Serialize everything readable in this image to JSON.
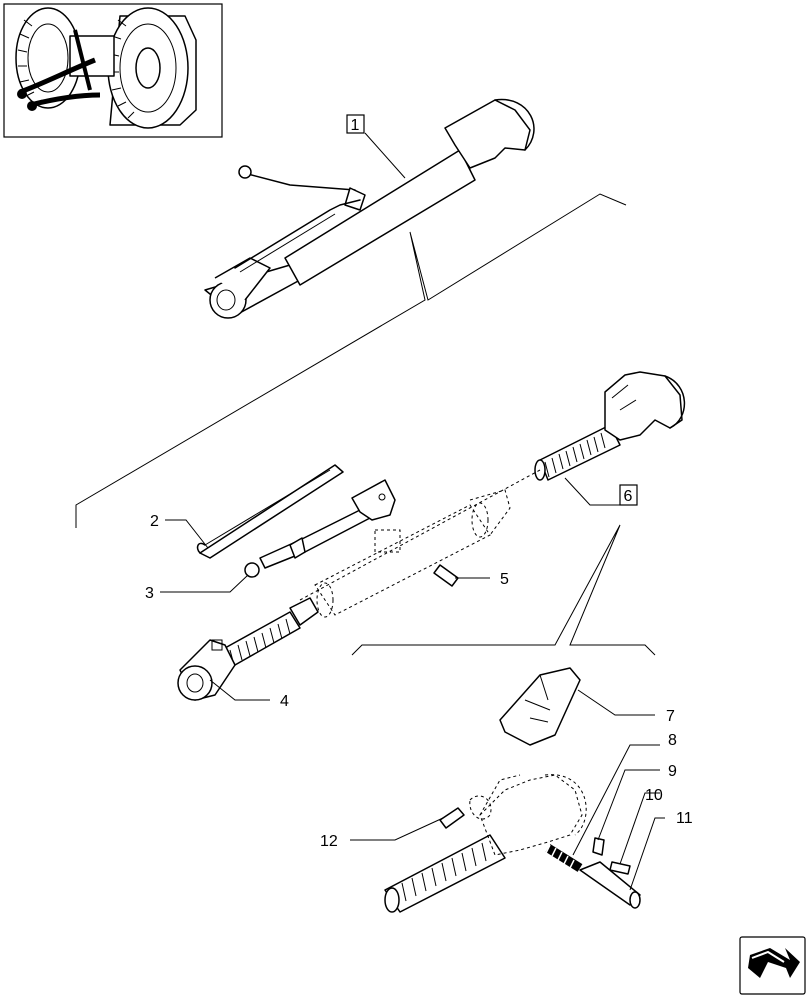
{
  "callouts": {
    "c1": "1",
    "c2": "2",
    "c3": "3",
    "c4": "4",
    "c5": "5",
    "c6": "6",
    "c7": "7",
    "c8": "8",
    "c9": "9",
    "c10": "10",
    "c11": "11",
    "c12": "12"
  },
  "icons": {
    "thumbnail": "tractor-rear-linkage-thumbnail",
    "nav": "page-turn-arrow-icon"
  }
}
